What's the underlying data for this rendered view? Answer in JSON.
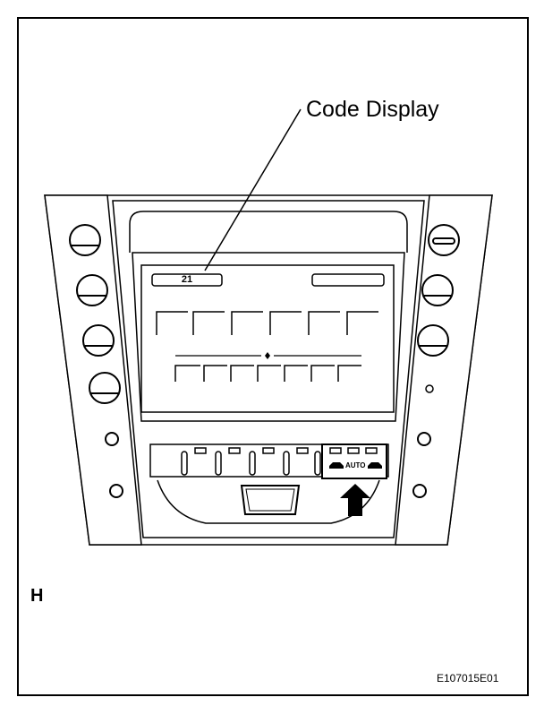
{
  "callout": {
    "label": "Code Display"
  },
  "display": {
    "code_value": "21"
  },
  "controls": {
    "auto_label": "AUTO"
  },
  "view_letter": "H",
  "figure_id": "E107015E01",
  "icons": [
    "fan-icon",
    "car-recirculation-icon",
    "car-fresh-air-icon",
    "arrow-up-icon"
  ]
}
